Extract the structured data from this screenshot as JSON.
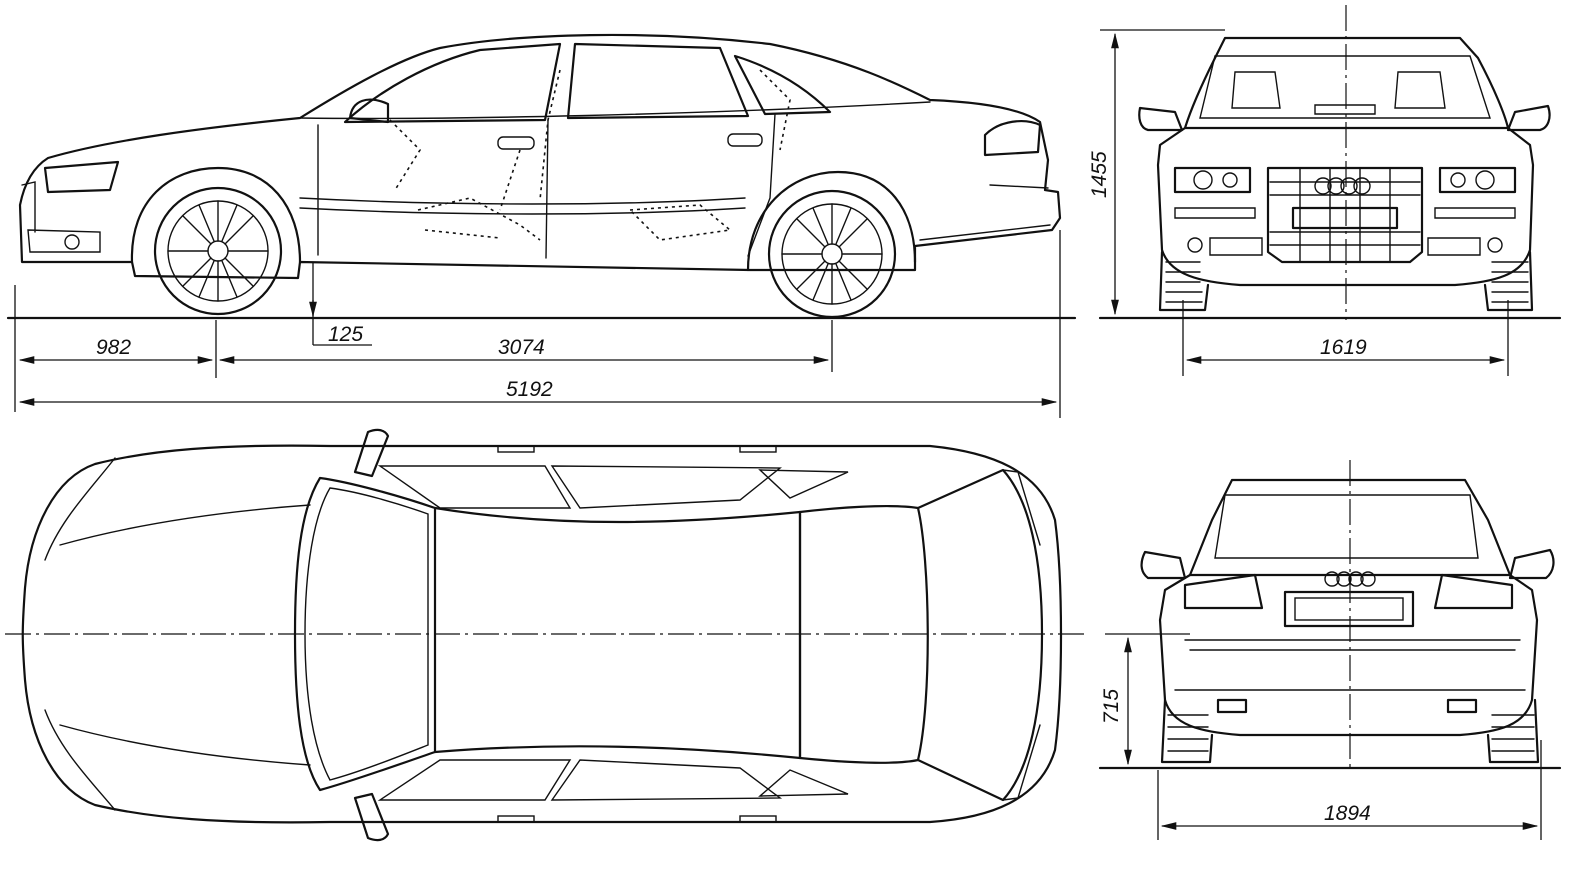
{
  "dimensions": {
    "front_overhang": "982",
    "wheelbase": "3074",
    "ground_clearance": "125",
    "overall_length": "5192",
    "overall_height": "1455",
    "front_track": "1619",
    "overall_width": "1894",
    "rear_bumper_height": "715"
  }
}
